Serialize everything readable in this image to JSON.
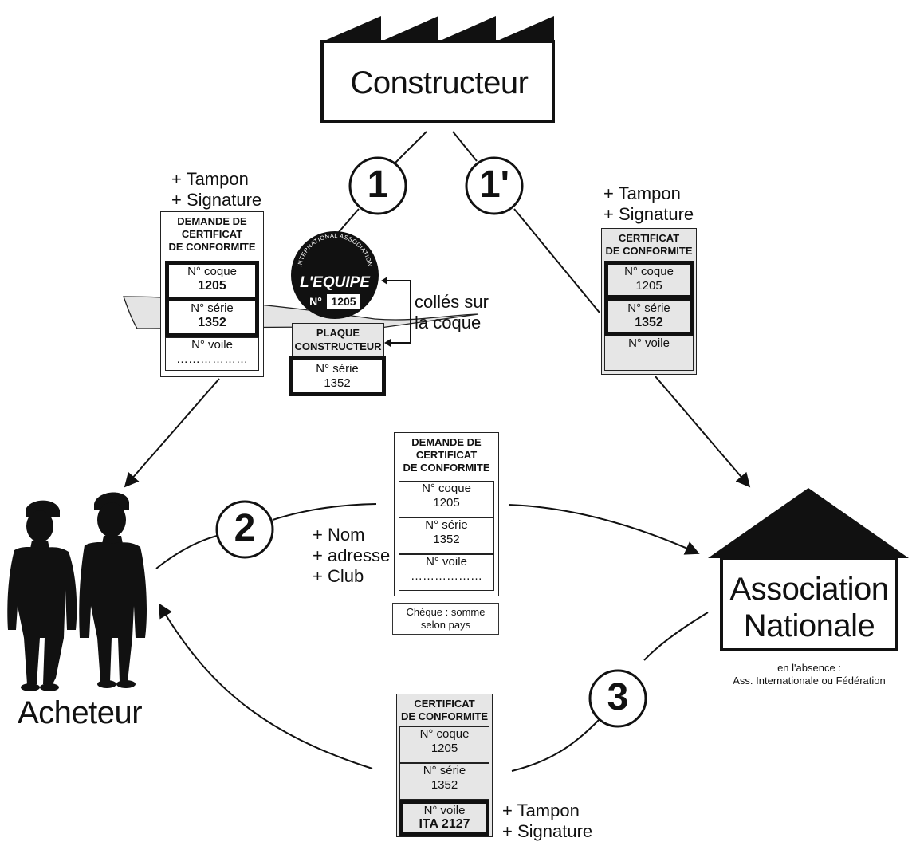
{
  "constructeur": "Constructeur",
  "acheteur": "Acheteur",
  "association": {
    "line1": "Association",
    "line2": "Nationale"
  },
  "absence_note": {
    "line1": "en l'absence :",
    "line2": "Ass. Internationale ou Fédération"
  },
  "steps": {
    "s1": "1",
    "s1p": "1'",
    "s2": "2",
    "s3": "3"
  },
  "tampon": {
    "tampon": "+ Tampon",
    "signature": "+ Signature"
  },
  "buyer_info": {
    "nom": "+ Nom",
    "adresse": "+ adresse",
    "club": "+ Club"
  },
  "colles": {
    "line1": "collés sur",
    "line2": "la coque"
  },
  "demande_title": {
    "l1": "DEMANDE DE",
    "l2": "CERTIFICAT",
    "l3": "DE CONFORMITE"
  },
  "certificat_title": {
    "l1": "CERTIFICAT",
    "l2": "DE CONFORMITE"
  },
  "fields": {
    "coque_label": "N° coque",
    "coque_value": "1205",
    "serie_label": "N° série",
    "serie_value": "1352",
    "voile_label": "N° voile",
    "voile_dots": "………………",
    "voile_value": "ITA  2127"
  },
  "sticker": {
    "top": "INTERNATIONAL ASSOCIATION",
    "brand": "L'EQUIPE",
    "num_label": "N°",
    "num_value": "1205"
  },
  "plaque": {
    "l1": "PLAQUE",
    "l2": "CONSTRUCTEUR",
    "serie_label": "N° série",
    "serie_value": "1352"
  },
  "cheque": {
    "l1": "Chèque : somme",
    "l2": "selon pays"
  },
  "colors": {
    "ink": "#111111",
    "grey_card": "#e6e6e6",
    "hull": "#e4e4e4"
  }
}
